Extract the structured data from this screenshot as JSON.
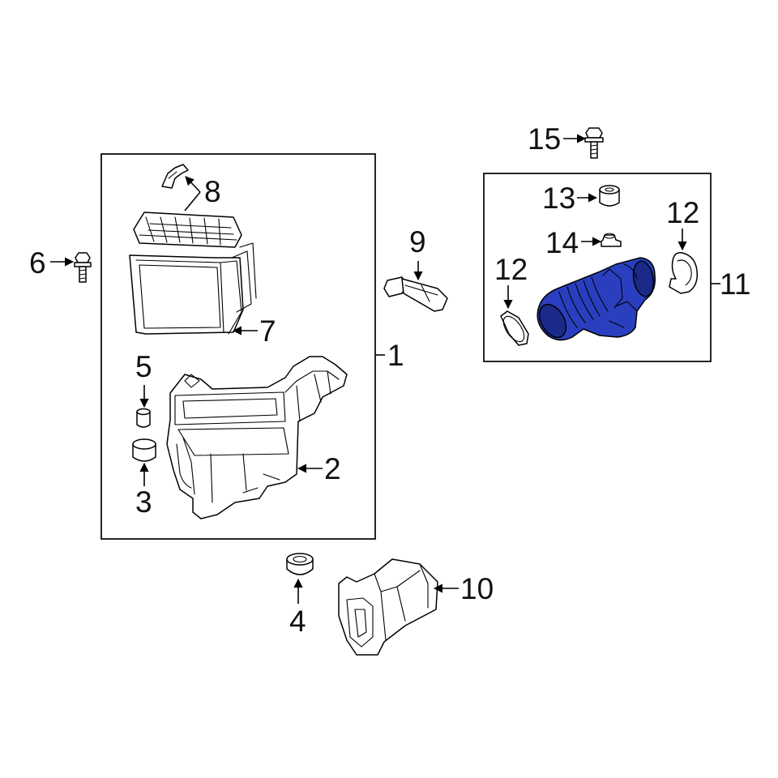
{
  "colors": {
    "background": "#ffffff",
    "line": "#000000",
    "highlight_part": "#2a3fbf",
    "highlight_dark": "#1b2a8a"
  },
  "callouts": {
    "c1": "1",
    "c2": "2",
    "c3": "3",
    "c4": "4",
    "c5": "5",
    "c6": "6",
    "c7": "7",
    "c8": "8",
    "c9": "9",
    "c10": "10",
    "c11": "11",
    "c12a": "12",
    "c12b": "12",
    "c13": "13",
    "c14": "14",
    "c15": "15"
  },
  "highlighted_part": "11"
}
